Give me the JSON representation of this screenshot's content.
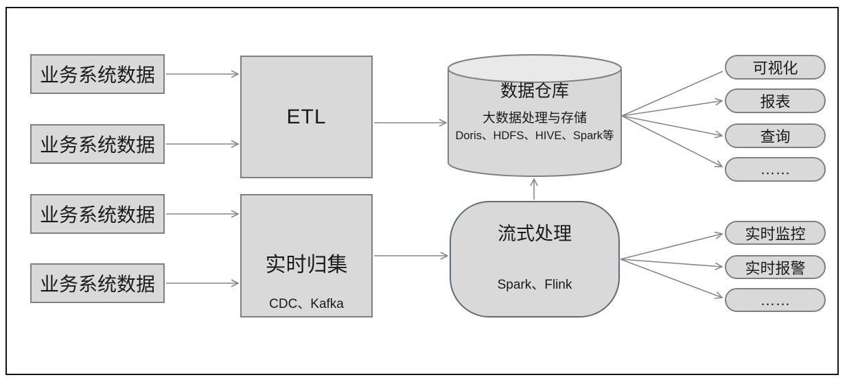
{
  "diagram": {
    "sources": [
      "业务系统数据",
      "业务系统数据",
      "业务系统数据",
      "业务系统数据"
    ],
    "etl": {
      "label": "ETL"
    },
    "realtime_collect": {
      "title": "实时归集",
      "subtitle": "CDC、Kafka"
    },
    "warehouse": {
      "title": "数据仓库",
      "subtitle": "大数据处理与存储",
      "tech": "Doris、HDFS、HIVE、Spark等"
    },
    "stream": {
      "title": "流式处理",
      "subtitle": "Spark、Flink"
    },
    "warehouse_outputs": [
      "可视化",
      "报表",
      "查询",
      "……"
    ],
    "stream_outputs": [
      "实时监控",
      "实时报警",
      "……"
    ],
    "colors": {
      "node_fill": "#d9d9d9",
      "node_border": "#7f7f7f",
      "cylinder_top_fill": "#e9e9e9",
      "cylinder_border": "#808080",
      "stream_border": "#5f6b74",
      "arrow": "#878787",
      "frame_border": "#141414",
      "text": "#1a1a1a"
    }
  }
}
